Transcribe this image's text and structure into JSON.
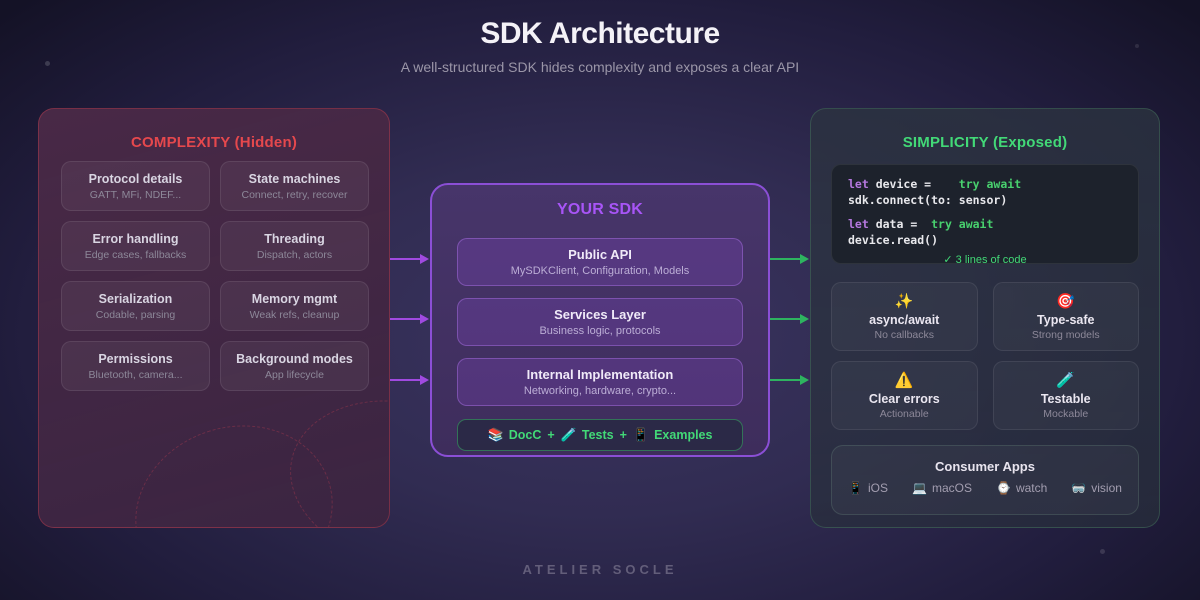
{
  "header": {
    "title": "SDK Architecture",
    "subtitle": "A well-structured SDK hides complexity and exposes a clear API"
  },
  "complexity": {
    "title": "COMPLEXITY (Hidden)",
    "cards": [
      {
        "title": "Protocol details",
        "subtitle": "GATT, MFi, NDEF..."
      },
      {
        "title": "State machines",
        "subtitle": "Connect, retry, recover"
      },
      {
        "title": "Error handling",
        "subtitle": "Edge cases, fallbacks"
      },
      {
        "title": "Threading",
        "subtitle": "Dispatch, actors"
      },
      {
        "title": "Serialization",
        "subtitle": "Codable, parsing"
      },
      {
        "title": "Memory mgmt",
        "subtitle": "Weak refs, cleanup"
      },
      {
        "title": "Permissions",
        "subtitle": "Bluetooth, camera..."
      },
      {
        "title": "Background modes",
        "subtitle": "App lifecycle"
      }
    ]
  },
  "sdk": {
    "title": "YOUR SDK",
    "layers": [
      {
        "title": "Public API",
        "subtitle": "MySDKClient, Configuration, Models"
      },
      {
        "title": "Services Layer",
        "subtitle": "Business logic, protocols"
      },
      {
        "title": "Internal Implementation",
        "subtitle": "Networking, hardware, crypto..."
      }
    ],
    "footer": {
      "separator": "+",
      "items": [
        {
          "icon": "📚",
          "label": "DocC"
        },
        {
          "icon": "🧪",
          "label": "Tests"
        },
        {
          "icon": "📱",
          "label": "Examples"
        }
      ]
    }
  },
  "simplicity": {
    "title": "SIMPLICITY (Exposed)",
    "code": {
      "lines": [
        {
          "gap": false,
          "tokens": [
            {
              "text": "let",
              "cls": "kw"
            },
            {
              "text": " device = ",
              "cls": "pl"
            },
            {
              "text": "   try await",
              "cls": "gr"
            }
          ]
        },
        {
          "gap": false,
          "tokens": [
            {
              "text": "sdk.connect(to: sensor)",
              "cls": "pl"
            }
          ]
        },
        {
          "gap": true,
          "tokens": [
            {
              "text": "let",
              "cls": "kw"
            },
            {
              "text": " data = ",
              "cls": "pl"
            },
            {
              "text": " try await",
              "cls": "gr"
            }
          ]
        },
        {
          "gap": false,
          "tokens": [
            {
              "text": "device.read()",
              "cls": "pl"
            }
          ]
        }
      ],
      "caption": "✓ 3 lines of code"
    },
    "features": [
      {
        "icon": "✨",
        "title": "async/await",
        "subtitle": "No callbacks"
      },
      {
        "icon": "🎯",
        "title": "Type-safe",
        "subtitle": "Strong models"
      },
      {
        "icon": "⚠️",
        "title": "Clear errors",
        "subtitle": "Actionable"
      },
      {
        "icon": "🧪",
        "title": "Testable",
        "subtitle": "Mockable"
      }
    ],
    "consumer": {
      "title": "Consumer Apps",
      "apps": [
        {
          "icon": "📱",
          "label": "iOS"
        },
        {
          "icon": "💻",
          "label": "macOS"
        },
        {
          "icon": "⌚",
          "label": "watch"
        },
        {
          "icon": "🥽",
          "label": "vision"
        }
      ]
    }
  },
  "watermark": "ATELIER SOCLE",
  "colors": {
    "complexity_accent": "#e5484d",
    "sdk_accent": "#a855f7",
    "sdk_border": "#8b4fd6",
    "simplicity_accent": "#42d977",
    "arrow_left": "#a04ae0",
    "arrow_right": "#2eb360",
    "code_keyword": "#b678e0",
    "code_green": "#48d06e",
    "code_text": "#e8e8ec"
  }
}
